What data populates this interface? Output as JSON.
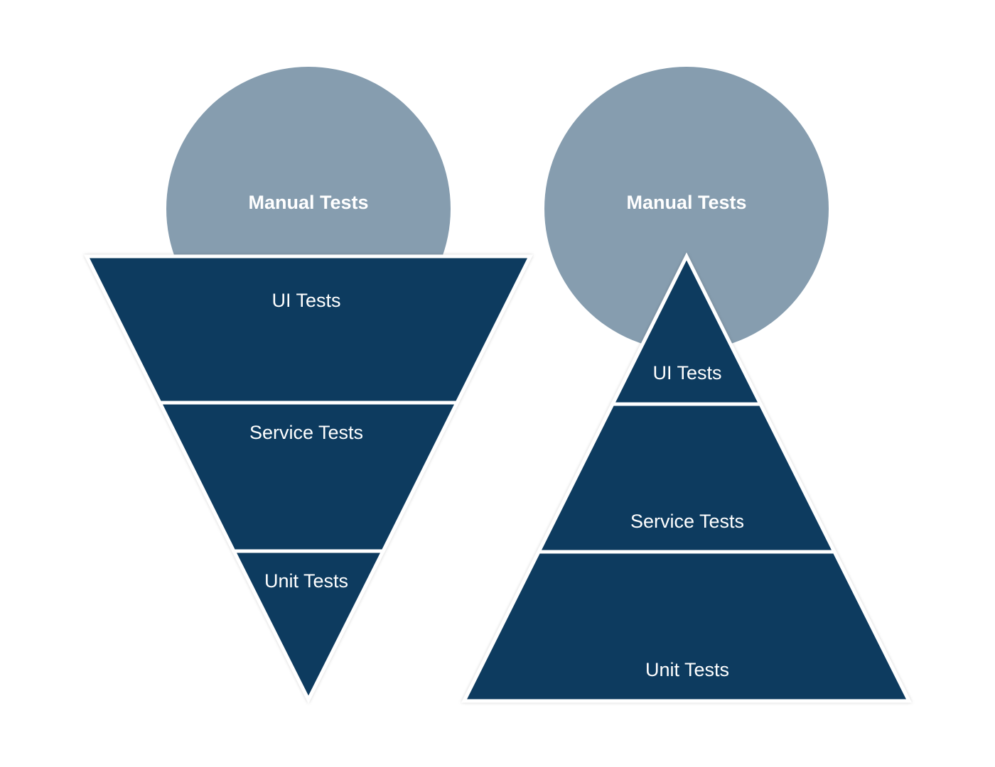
{
  "colors": {
    "circle": "#869daf",
    "layer": "#0e3b5f",
    "label": "#ffffff",
    "background": "#ffffff"
  },
  "left_diagram": {
    "shape": "inverted-pyramid",
    "circle_label": "Manual Tests",
    "layers": [
      "UI Tests",
      "Service Tests",
      "Unit Tests"
    ]
  },
  "right_diagram": {
    "shape": "pyramid",
    "circle_label": "Manual Tests",
    "layers": [
      "UI Tests",
      "Service Tests",
      "Unit Tests"
    ]
  }
}
